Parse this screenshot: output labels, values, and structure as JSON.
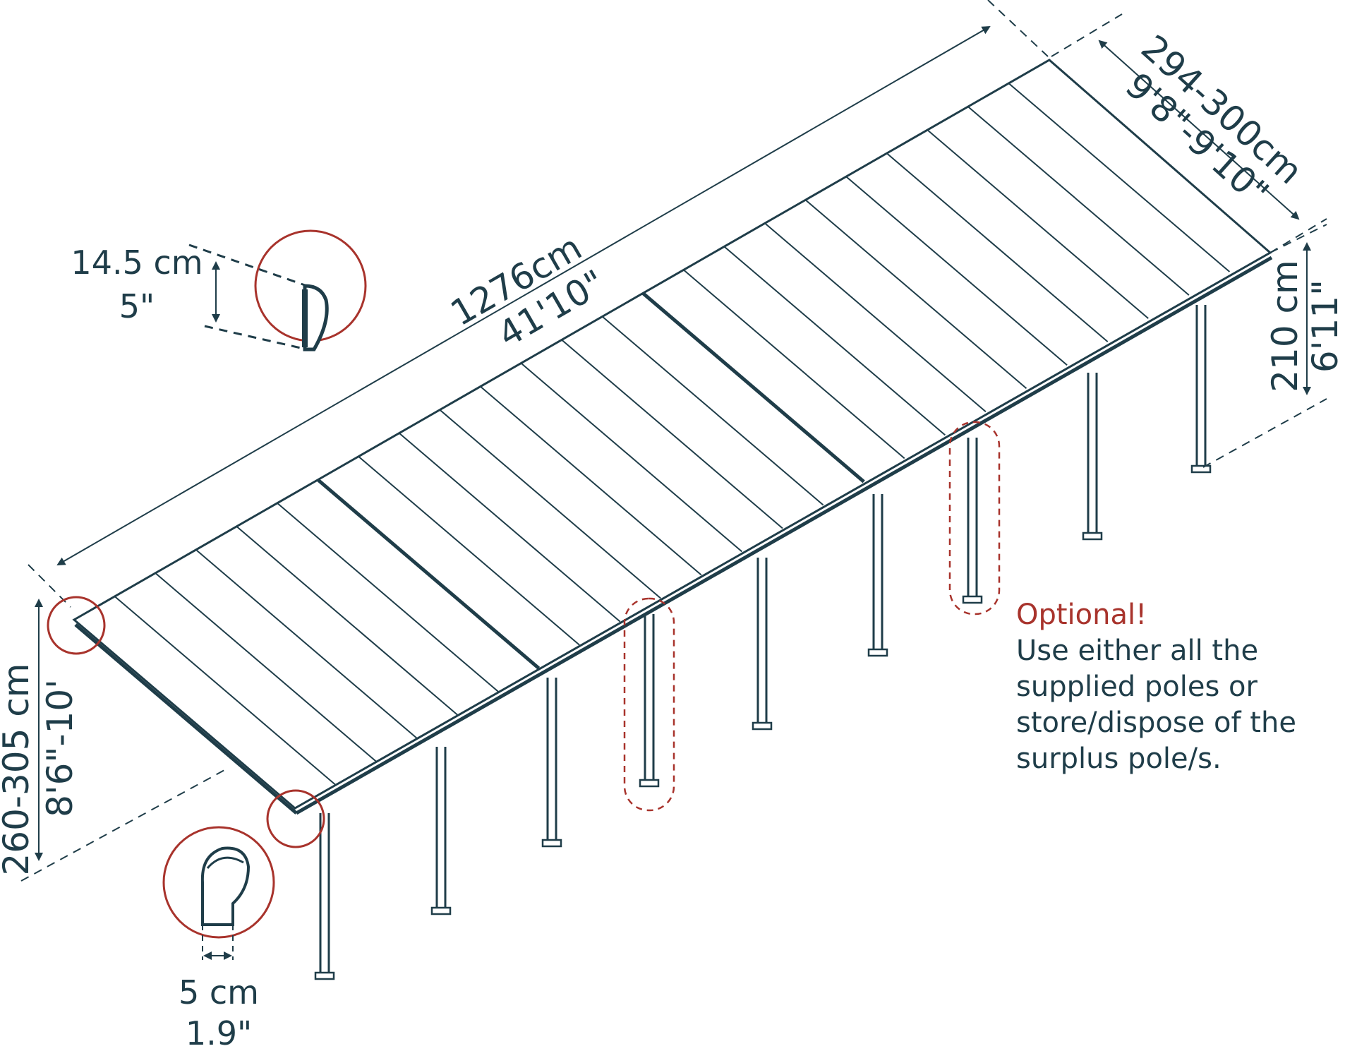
{
  "colors": {
    "line": "#1f3d49",
    "accent": "#a8332c",
    "background": "#ffffff"
  },
  "dimensions": {
    "length_cm": "1276cm",
    "length_ft": "41'10\"",
    "width_cm": "294-300cm",
    "width_ft": "9'8\"-9'10\"",
    "front_height_cm": "210 cm",
    "front_height_ft": "6'11\"",
    "back_height_cm": "260-305 cm",
    "back_height_ft": "8'6\"-10'",
    "profile_height_cm": "14.5 cm",
    "profile_height_in": "5\"",
    "pole_width_cm": "5 cm",
    "pole_width_in": "1.9\""
  },
  "note": {
    "title": "Optional!",
    "line1": "Use either all the",
    "line2": "supplied poles or",
    "line3": "store/dispose of the",
    "line4": "surplus pole/s."
  }
}
